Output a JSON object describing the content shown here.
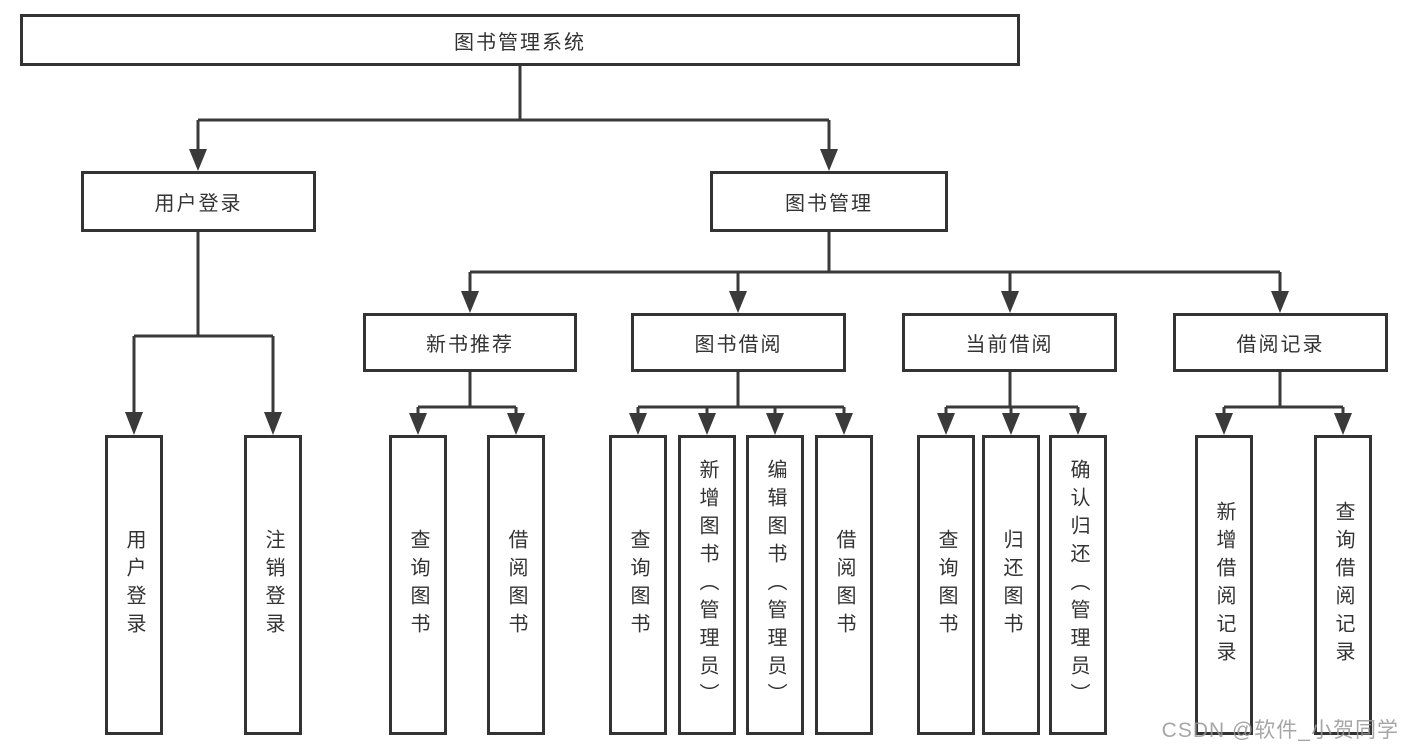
{
  "tree": {
    "root": {
      "label": "图书管理系统"
    },
    "branches": [
      {
        "label": "用户登录",
        "children": [
          {
            "label": "用户登录"
          },
          {
            "label": "注销登录"
          }
        ]
      },
      {
        "label": "图书管理",
        "children": [
          {
            "label": "新书推荐",
            "children": [
              {
                "label": "查询图书"
              },
              {
                "label": "借阅图书"
              }
            ]
          },
          {
            "label": "图书借阅",
            "children": [
              {
                "label": "查询图书"
              },
              {
                "label": "新增图书（管理员）"
              },
              {
                "label": "编辑图书（管理员）"
              },
              {
                "label": "借阅图书"
              }
            ]
          },
          {
            "label": "当前借阅",
            "children": [
              {
                "label": "查询图书"
              },
              {
                "label": "归还图书"
              },
              {
                "label": "确认归还（管理员）"
              }
            ]
          },
          {
            "label": "借阅记录",
            "children": [
              {
                "label": "新增借阅记录"
              },
              {
                "label": "查询借阅记录"
              }
            ]
          }
        ]
      }
    ]
  },
  "watermark": "CSDN @软件_小贺同学",
  "colors": {
    "line": "#3a3a3a",
    "box_border": "#333333",
    "text": "#333333",
    "watermark": "#969696",
    "background": "#ffffff"
  }
}
